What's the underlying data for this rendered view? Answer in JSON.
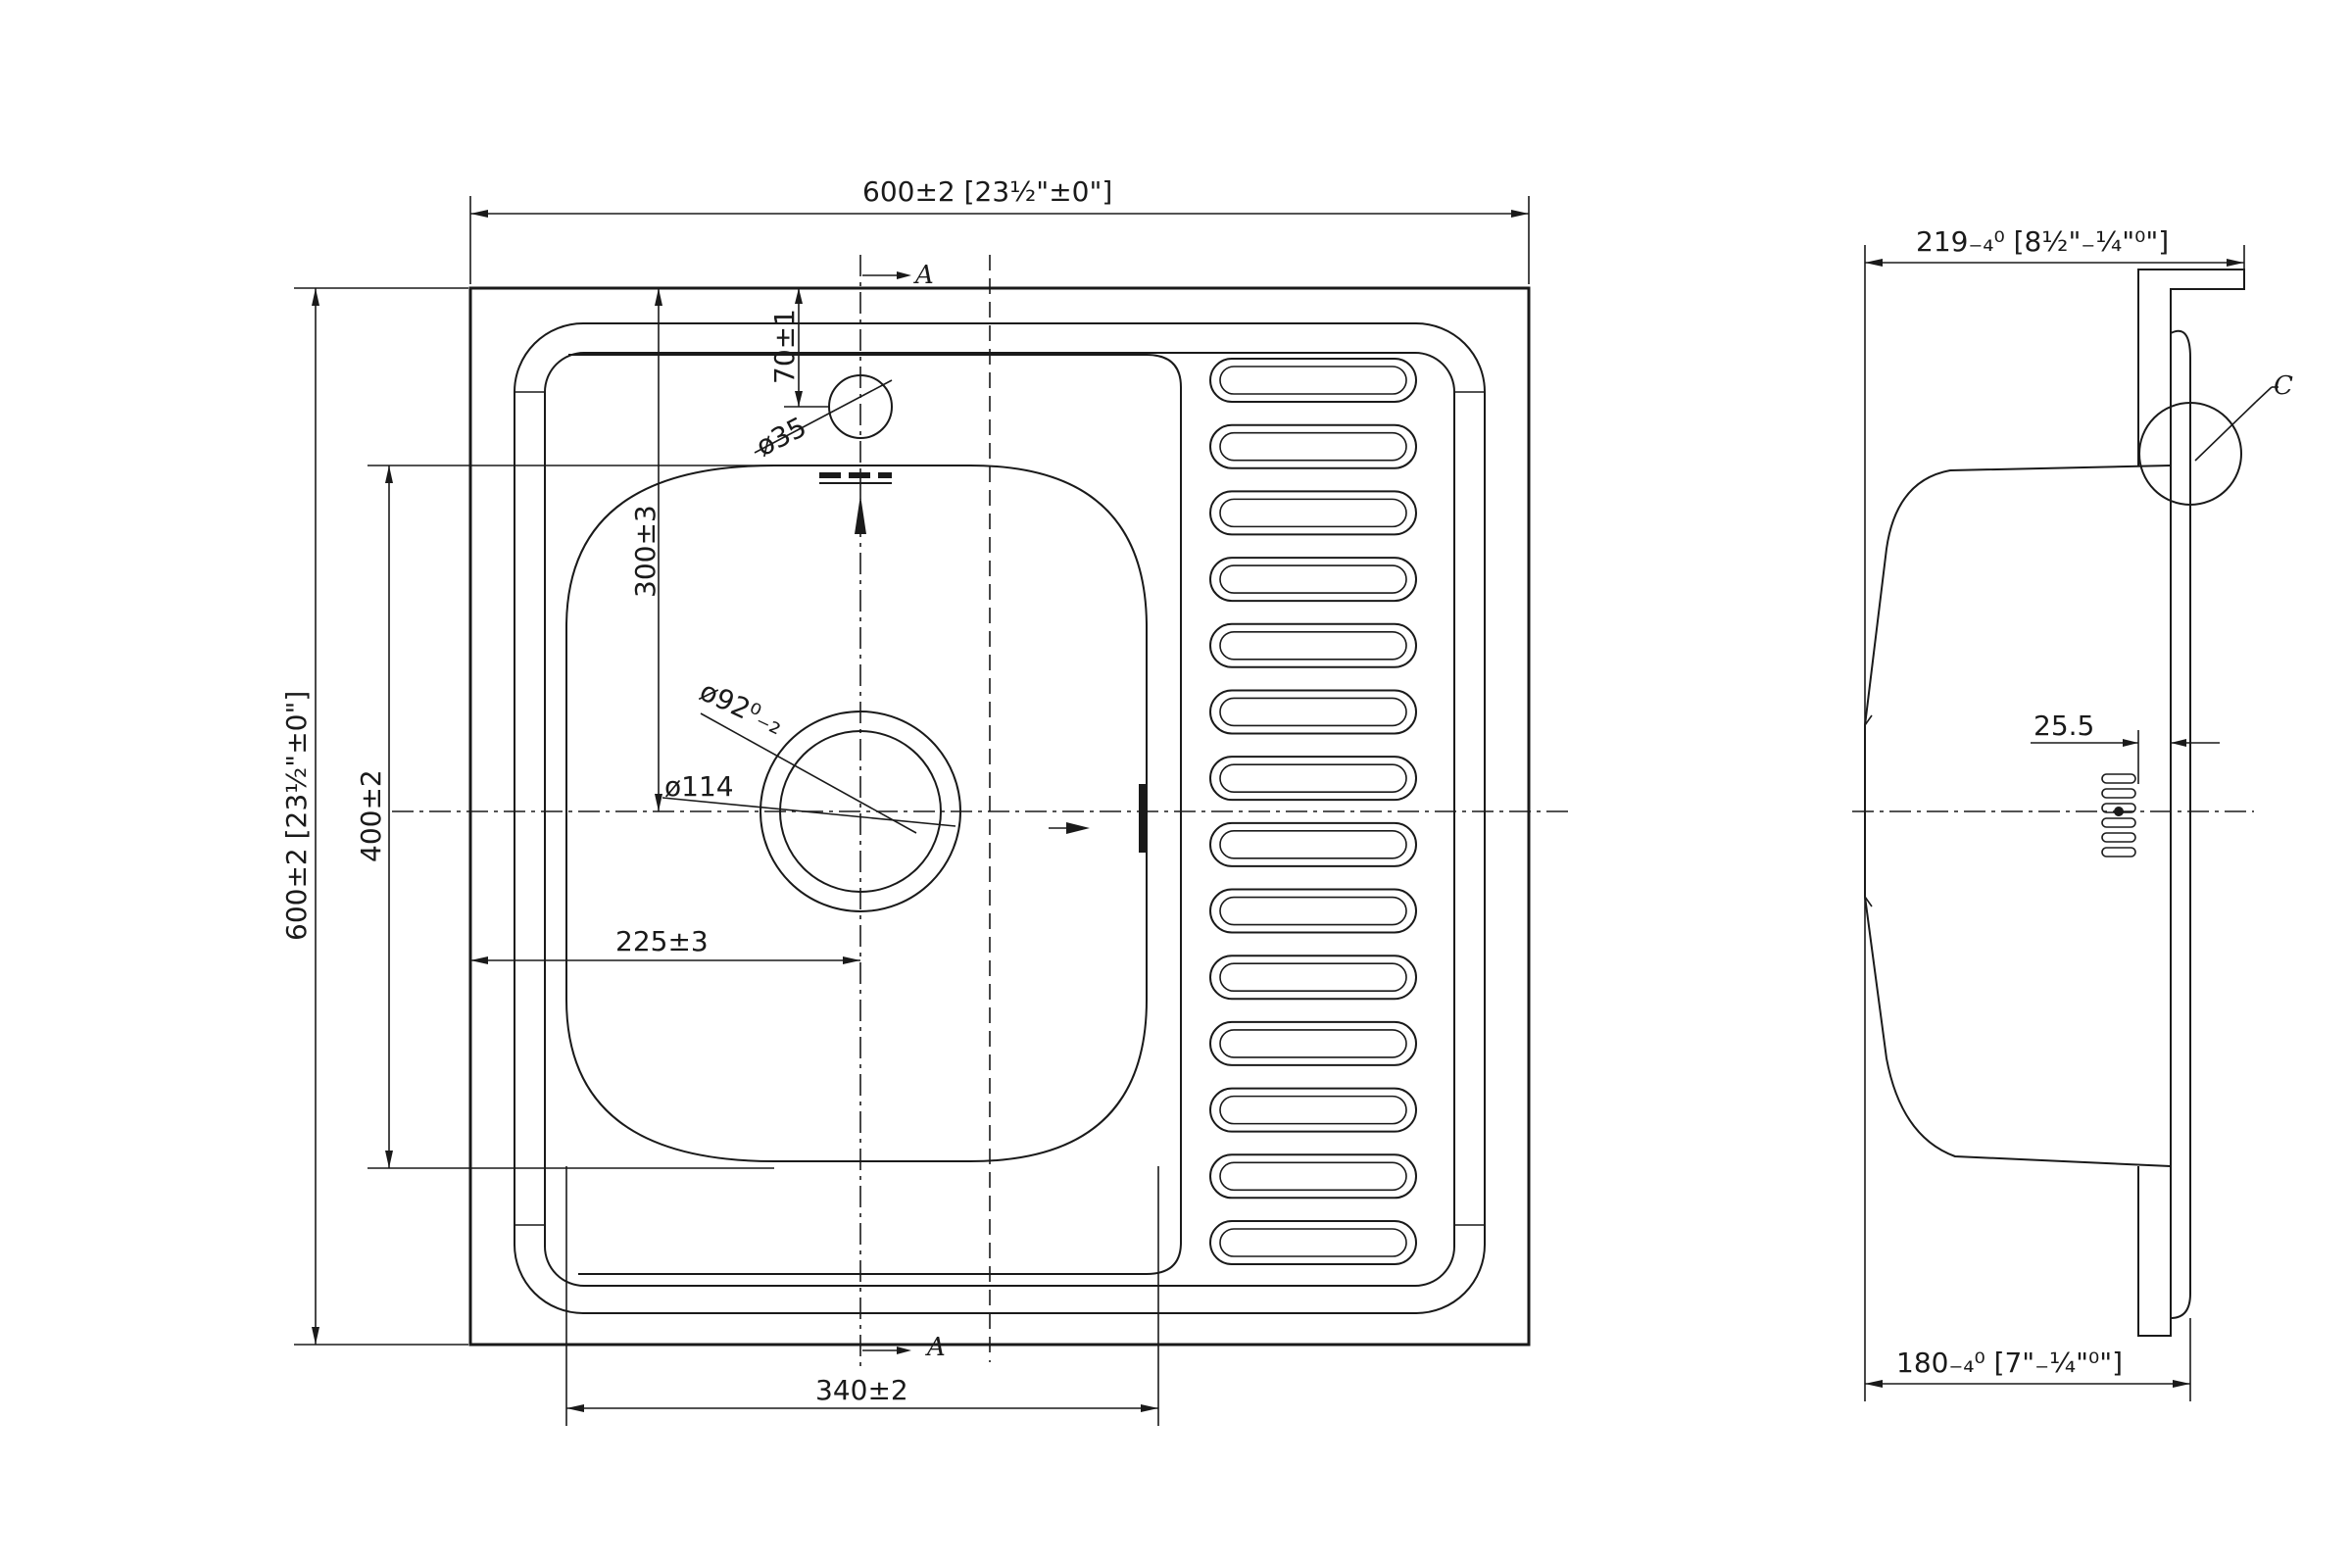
{
  "plan_view": {
    "overall_width_label": "600±2 [23½\"±0\"]",
    "overall_height_label": "600±2 [23½\"±0\"]",
    "faucet_offset_label": "70±1",
    "faucet_hole_label": "ø35",
    "drain_offset_label": "300±3",
    "drain_diameter_label": "ø92⁰₋₂",
    "drain_outer_label": "ø114",
    "bowl_height_label": "400±2",
    "drain_from_edge_label": "225±3",
    "bowl_width_label": "340±2",
    "section_mark_top": "A",
    "section_mark_bottom": "A",
    "drainboard_slots": 14
  },
  "side_view": {
    "depth_label": "219₋₄⁰ [8½\"₋¼\"⁰\"]",
    "bowl_depth_label": "180₋₄⁰ [7\"₋¼\"⁰\"]",
    "rim_label": "25.5",
    "detail_label": "C"
  }
}
